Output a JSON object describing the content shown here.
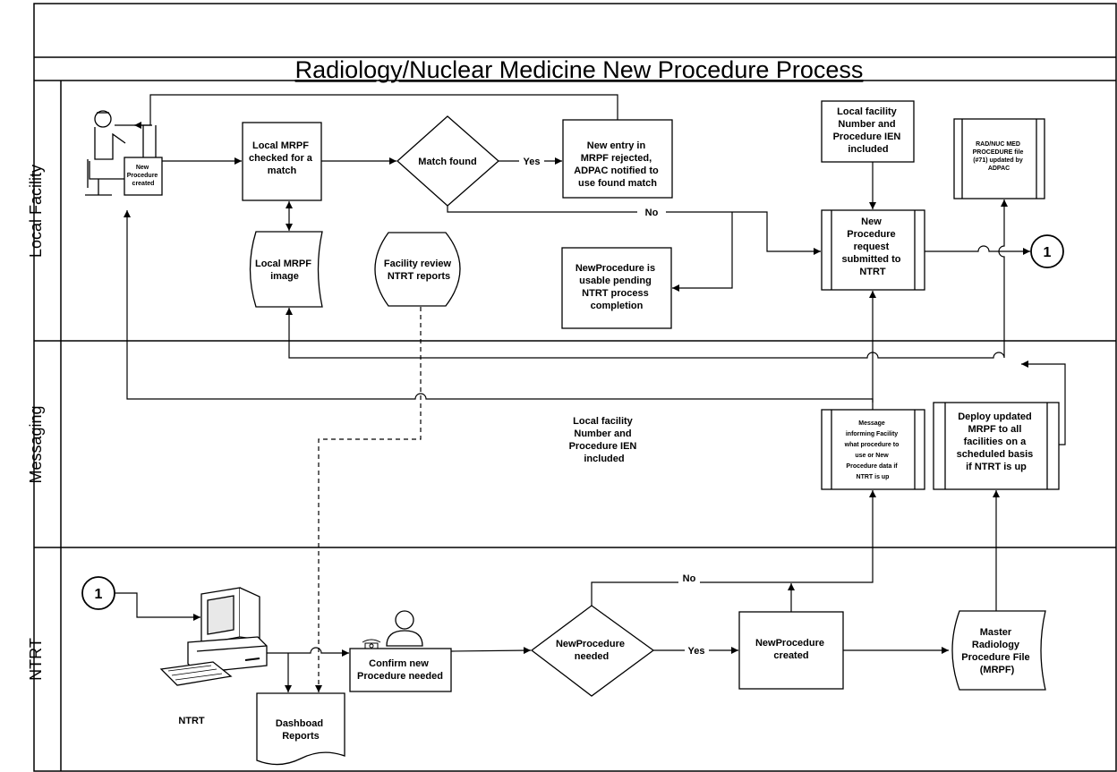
{
  "title": "Radiology/Nuclear Medicine New Procedure Process",
  "lanes": {
    "local_facility": "Local Facility",
    "messaging": "Messaging",
    "ntrt": "NTRT"
  },
  "nodes": {
    "new_procedure_created_card": [
      "New",
      "Procedure",
      "created"
    ],
    "local_mrpf_check": [
      "Local MRPF",
      "checked for a",
      "match"
    ],
    "match_found": [
      "Match found"
    ],
    "new_entry_rejected": [
      "New entry in",
      "MRPF rejected,",
      "ADPAC notified to",
      "use found match"
    ],
    "local_facility_number_top": [
      "Local facility",
      "Number and",
      "Procedure IEN",
      "included"
    ],
    "radnuc_file": [
      "RAD/NUC MED",
      "PROCEDURE file",
      "(#71) updated by",
      "ADPAC"
    ],
    "local_mrpf_image": [
      "Local MRPF",
      "image"
    ],
    "facility_review": [
      "Facility review",
      "NTRT reports"
    ],
    "new_procedure_usable": [
      "NewProcedure is",
      "usable pending",
      "NTRT process",
      "completion"
    ],
    "new_procedure_request": [
      "New",
      "Procedure",
      "request",
      "submitted to",
      "NTRT"
    ],
    "connector_1": "1",
    "local_facility_number_mid": [
      "Local facility",
      "Number and",
      "Procedure IEN",
      "included"
    ],
    "message_informing": [
      "Message",
      "informing Facility",
      "what procedure to",
      "use or New",
      "Procedure data if",
      "NTRT is up"
    ],
    "deploy_updated": [
      "Deploy updated",
      "MRPF to all",
      "facilities on a",
      "scheduled basis",
      "if NTRT is up"
    ],
    "connector_1_ntrt": "1",
    "ntrt_label": "NTRT",
    "dashboard_reports": [
      "Dashboad",
      "Reports"
    ],
    "confirm_new_procedure": [
      "Confirm new",
      "Procedure needed"
    ],
    "new_procedure_needed": [
      "NewProcedure",
      "needed"
    ],
    "new_procedure_created_ntrt": [
      "NewProcedure",
      "created"
    ],
    "master_mrpf": [
      "Master",
      "Radiology",
      "Procedure File",
      "(MRPF)"
    ]
  },
  "edge_labels": {
    "yes_top": "Yes",
    "no_top": "No",
    "yes_bottom": "Yes",
    "no_bottom": "No"
  }
}
